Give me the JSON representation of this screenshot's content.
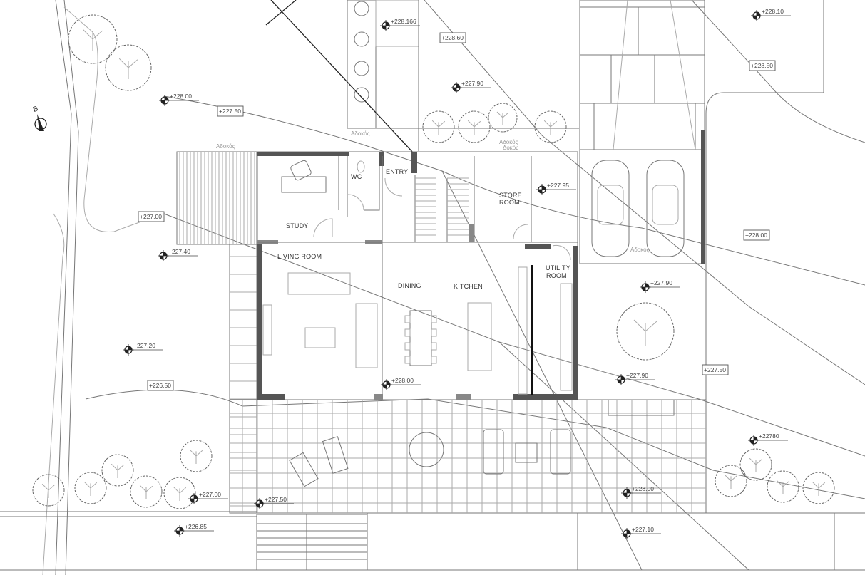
{
  "plan": {
    "north_label": "B",
    "rooms": {
      "study": "STUDY",
      "wc": "WC",
      "entry": "ENTRY",
      "store_room_1": "STORE",
      "store_room_2": "ROOM",
      "living_room": "LIVING ROOM",
      "dining": "DINING",
      "kitchen": "KITCHEN",
      "utility_room_1": "UTILITY",
      "utility_room_2": "ROOM"
    },
    "beam_labels": [
      "Αδοκός",
      "Αδοκός",
      "Αδοκός",
      "Δοκός",
      "Αδοκός"
    ],
    "spot_elevations": [
      "+228.166",
      "+227.90",
      "+228.10",
      "+228.00",
      "+227.40",
      "+227.20",
      "+227.95",
      "+227.90",
      "+227.90",
      "+228.00",
      "+22780",
      "+228.00",
      "+227.00",
      "+227.50",
      "+226.85",
      "+227.10"
    ],
    "contour_labels": [
      "+228.60",
      "+228.50",
      "+227.50",
      "+227.00",
      "+226.50",
      "+228.00",
      "+227.50"
    ]
  }
}
